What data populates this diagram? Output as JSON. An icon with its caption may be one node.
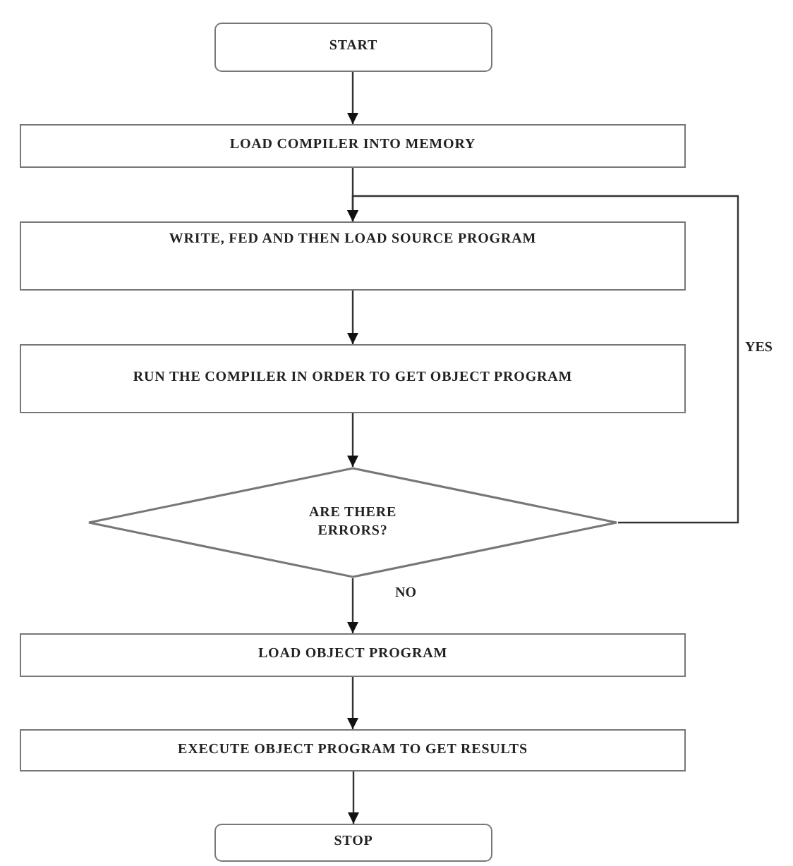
{
  "diagram": {
    "nodes": [
      {
        "text": [
          "START"
        ]
      },
      {
        "text": [
          "LOAD COMPILER INTO MEMORY"
        ]
      },
      {
        "text": [
          "WRITE, FED AND THEN LOAD SOURCE PROGRAM"
        ]
      },
      {
        "text": [
          "RUN THE COMPILER IN ORDER TO GET OBJECT PROGRAM"
        ]
      },
      {
        "text": [
          "ARE THERE ERRORS?"
        ]
      },
      {
        "text": [
          "LOAD OBJECT PROGRAM"
        ]
      },
      {
        "text": [
          "EXECUTE OBJECT PROGRAM TO GET RESULTS"
        ]
      },
      {
        "text": [
          "STOP"
        ]
      }
    ],
    "edges": [
      {
        "from": 0,
        "to": 1,
        "arrow": "to"
      },
      {
        "from": 1,
        "to": 2,
        "arrow": "to"
      },
      {
        "from": 2,
        "to": 3,
        "arrow": "to"
      },
      {
        "from": 3,
        "to": 4,
        "arrow": "to"
      },
      {
        "from": 4,
        "to": 2,
        "arrow": "to",
        "label": "YES"
      },
      {
        "from": 4,
        "to": 5,
        "arrow": "to",
        "label": "NO"
      },
      {
        "from": 5,
        "to": 6,
        "arrow": "to"
      },
      {
        "from": 6,
        "to": 7,
        "arrow": "to"
      }
    ]
  }
}
